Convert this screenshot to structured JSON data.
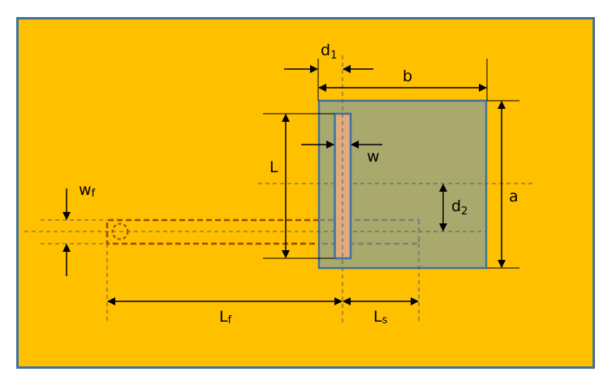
{
  "diagram": {
    "title": "Slot antenna with microstrip feed line geometry",
    "colors": {
      "substrate_background": "#FFC000",
      "substrate_border": "#41719C",
      "ground_patch": "#A9A96E",
      "ground_patch_border": "#41719C",
      "slot_fill": "#E0AC7E",
      "slot_border": "#41719C",
      "feed_line": "#9C4A07",
      "feed_line_inside_ground": "#7F7F7F",
      "guide_line": "#595959",
      "dimension_line": "#000000"
    },
    "labels": {
      "d1": {
        "main": "d",
        "sub": "1"
      },
      "b": {
        "main": "b",
        "sub": ""
      },
      "L": {
        "main": "L",
        "sub": ""
      },
      "w": {
        "main": "w",
        "sub": ""
      },
      "a": {
        "main": "a",
        "sub": ""
      },
      "d2": {
        "main": "d",
        "sub": "2"
      },
      "wf": {
        "main": "w",
        "sub": "f"
      },
      "Lf": {
        "main": "L",
        "sub": "f"
      },
      "Ls": {
        "main": "L",
        "sub": "s"
      }
    },
    "components": [
      "substrate",
      "ground-patch",
      "slot",
      "microstrip-feed-line",
      "feed-port"
    ]
  }
}
